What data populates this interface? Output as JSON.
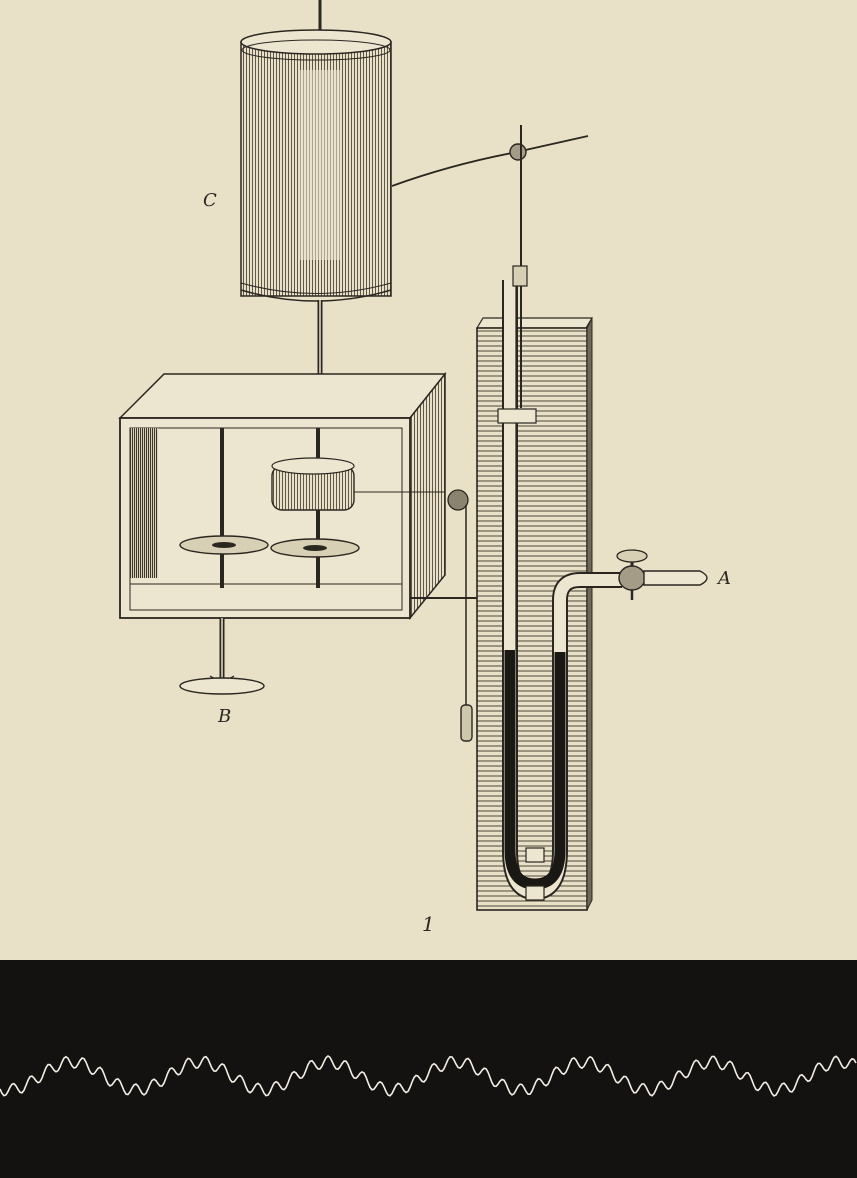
{
  "figure": {
    "labels": {
      "a": "A",
      "b": "B",
      "c": "C",
      "number": "1"
    }
  },
  "colors": {
    "paper": "#e8e1c8",
    "ink": "#2a2620",
    "trace_band": "#141210",
    "trace_line": "#f2efe6"
  }
}
